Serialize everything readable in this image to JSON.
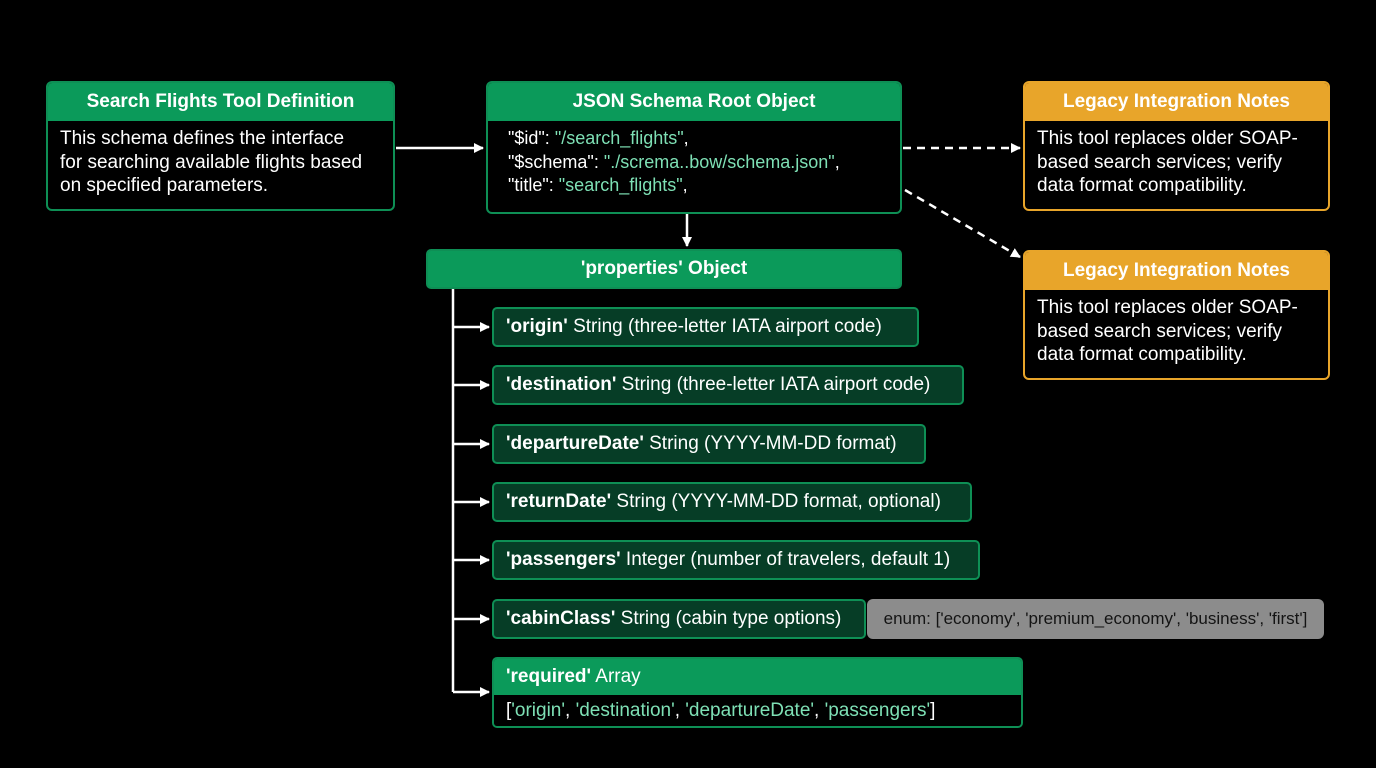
{
  "tool_definition": {
    "title": "Search Flights Tool Definition",
    "description_lines": [
      "This schema defines the interface",
      "for searching available flights based",
      "on specified parameters."
    ]
  },
  "schema_root": {
    "title": "JSON Schema Root Object",
    "lines": [
      {
        "key": "\"$id\": ",
        "value": "\"/search_flights\"",
        "tail": ","
      },
      {
        "key": "\"$schema\": ",
        "value": "\"./screma..bow/schema.json\"",
        "tail": ","
      },
      {
        "key": "\"title\": ",
        "value": "\"search_flights\"",
        "tail": ","
      }
    ]
  },
  "legacy_notes": [
    {
      "title": "Legacy Integration Notes",
      "lines": [
        "This tool replaces older SOAP-",
        "based search services; verify",
        "data format compatibility."
      ]
    },
    {
      "title": "Legacy Integration Notes",
      "lines": [
        "This tool replaces older SOAP-",
        "based search services; verify",
        "data format compatibility."
      ]
    }
  ],
  "properties": {
    "title": "'properties' Object",
    "items": [
      {
        "name": "'origin'",
        "desc": " String (three-letter IATA airport code)"
      },
      {
        "name": "'destination'",
        "desc": " String (three-letter IATA airport code)"
      },
      {
        "name": "'departureDate'",
        "desc": " String (YYYY-MM-DD format)"
      },
      {
        "name": "'returnDate'",
        "desc": " String (YYYY-MM-DD format, optional)"
      },
      {
        "name": "'passengers'",
        "desc": " Integer (number of travelers, default 1)"
      },
      {
        "name": "'cabinClass'",
        "desc": " String (cabin type options)"
      }
    ],
    "enum_note": "enum: ['economy', 'premium_economy', 'business', 'first']"
  },
  "required": {
    "name": "'required'",
    "type": " Array",
    "values": [
      "'origin'",
      "'destination'",
      "'departureDate'",
      "'passengers'"
    ]
  },
  "colors": {
    "green_header": "#0b9a5a",
    "green_border": "#0e8f55",
    "green_fill": "#063d26",
    "code_value": "#7ee0b5",
    "orange": "#e8a52a",
    "enum_gray": "#8c8c8c",
    "background": "#000000"
  }
}
